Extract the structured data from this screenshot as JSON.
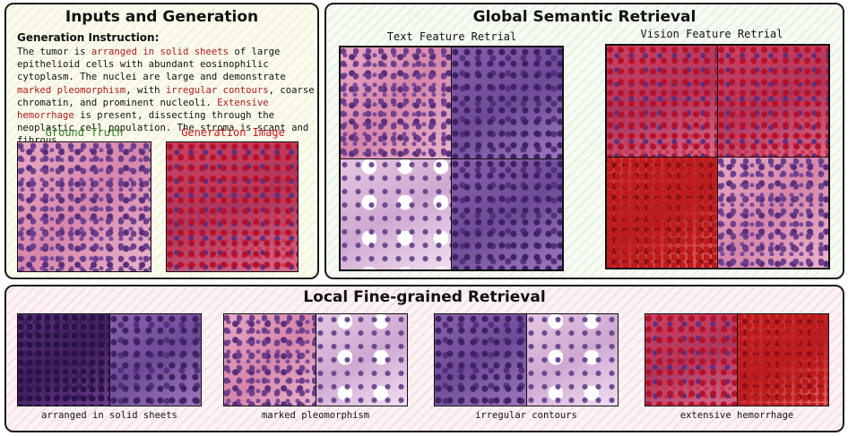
{
  "inputs_panel": {
    "title": "Inputs and Generation",
    "instruction_label": "Generation Instruction:",
    "instruction_parts": [
      {
        "text": "The tumor is ",
        "highlight": false
      },
      {
        "text": "arranged in solid sheets",
        "highlight": true
      },
      {
        "text": " of large epithelioid cells with abundant eosinophilic cytoplasm. The nuclei are large and demonstrate ",
        "highlight": false
      },
      {
        "text": "marked pleomorphism",
        "highlight": true
      },
      {
        "text": ", with ",
        "highlight": false
      },
      {
        "text": "irregular contours",
        "highlight": true
      },
      {
        "text": ", coarse chromatin, and prominent nucleoli. ",
        "highlight": false
      },
      {
        "text": "Extensive hemorrhage",
        "highlight": true
      },
      {
        "text": " is present, dissecting through the neoplastic cell population. The stroma is scant and fibrous.",
        "highlight": false
      }
    ],
    "ground_truth_label": "Ground Truth",
    "generation_label": "Generation Image"
  },
  "global_panel": {
    "title": "Global Semantic Retrieval",
    "text_feature_label": "Text Feature Retrial",
    "vision_feature_label": "Vision Feature Retrial"
  },
  "local_panel": {
    "title": "Local Fine-grained Retrieval",
    "pairs": [
      {
        "caption": "arranged in solid sheets"
      },
      {
        "caption": "marked pleomorphism"
      },
      {
        "caption": "irregular contours"
      },
      {
        "caption": "extensive hemorrhage"
      }
    ]
  },
  "colors": {
    "highlight": "#b01a1a",
    "ground_truth_label": "#2e7d1f",
    "generation_label": "#c0181c"
  }
}
